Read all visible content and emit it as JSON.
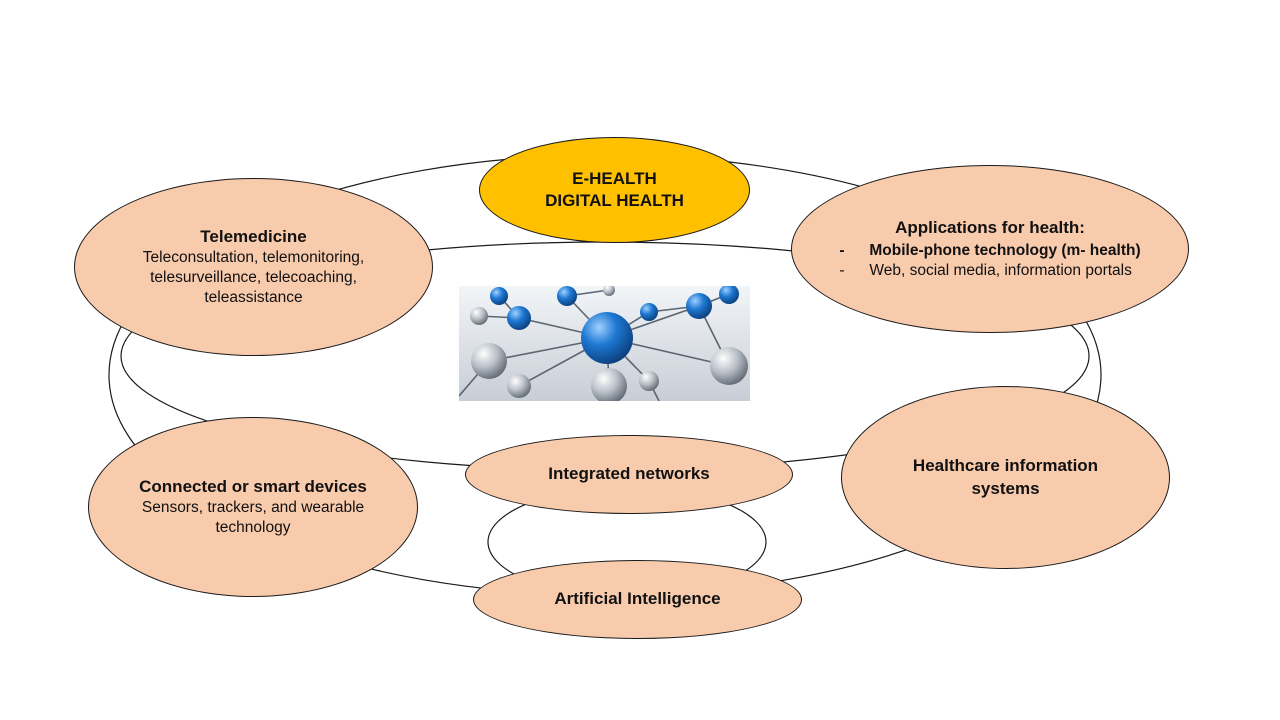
{
  "nodes": {
    "ehealth": {
      "line1": "E-HEALTH",
      "line2": "DIGITAL HEALTH",
      "color": "#ffc000"
    },
    "telemedicine": {
      "title": "Telemedicine",
      "line1": "Teleconsultation, telemonitoring,",
      "line2": "telesurveillance, telecoaching,",
      "line3": "teleassistance",
      "color": "#f8cbad"
    },
    "applications": {
      "title": "Applications  for health:",
      "items": [
        {
          "marker": "-",
          "text": "Mobile-phone technology (m- health)",
          "bold": true
        },
        {
          "marker": "-",
          "text": "Web, social media, information portals",
          "bold": false
        }
      ]
    },
    "devices": {
      "title": "Connected or smart devices",
      "line1": "Sensors, trackers, and wearable",
      "line2": "technology"
    },
    "networks": {
      "title": "Integrated networks"
    },
    "his": {
      "line1": "Healthcare information",
      "line2": "systems"
    },
    "ai": {
      "title": "Artificial  Intelligence"
    }
  },
  "image": {
    "name": "network-illustration"
  }
}
